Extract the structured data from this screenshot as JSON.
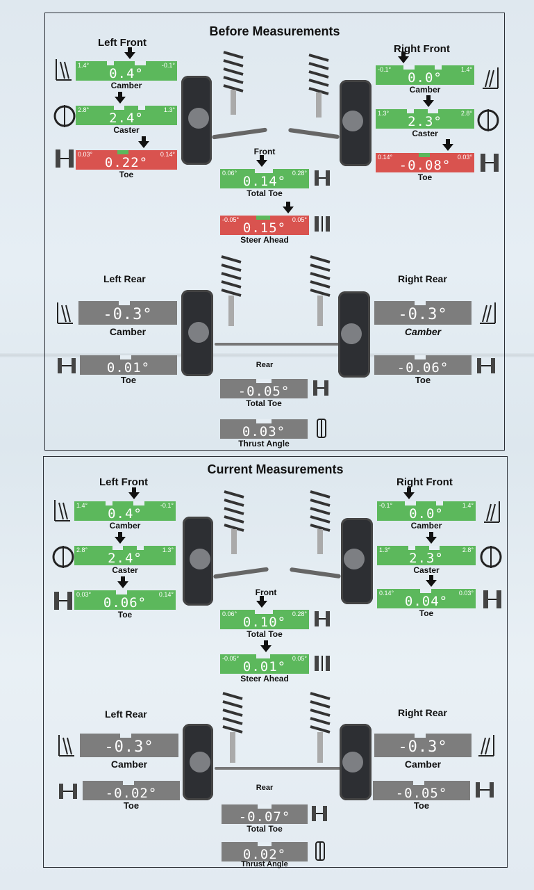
{
  "colors": {
    "green": "#5cb85c",
    "red": "#d9534f",
    "gray": "#7d7d7d"
  },
  "before": {
    "title": "Before Measurements",
    "left_front": "Left Front",
    "right_front": "Right Front",
    "left_rear": "Left Rear",
    "right_rear": "Right Rear",
    "front": "Front",
    "rear": "Rear",
    "lf_camber": {
      "min": "1.4°",
      "max": "-0.1°",
      "value": "0.4°",
      "label": "Camber"
    },
    "lf_caster": {
      "min": "2.8°",
      "max": "1.3°",
      "value": "2.4°",
      "label": "Caster"
    },
    "lf_toe": {
      "min": "0.03°",
      "max": "0.14°",
      "value": "0.22°",
      "label": "Toe"
    },
    "rf_camber": {
      "min": "-0.1°",
      "max": "1.4°",
      "value": "0.0°",
      "label": "Camber"
    },
    "rf_caster": {
      "min": "1.3°",
      "max": "2.8°",
      "value": "2.3°",
      "label": "Caster"
    },
    "rf_toe": {
      "min": "0.14°",
      "max": "0.03°",
      "value": "-0.08°",
      "label": "Toe"
    },
    "total_toe": {
      "min": "0.06°",
      "max": "0.28°",
      "value": "0.14°",
      "label": "Total Toe"
    },
    "steer_ahead": {
      "min": "-0.05°",
      "max": "0.05°",
      "value": "0.15°",
      "label": "Steer Ahead"
    },
    "lr_camber": {
      "value": "-0.3°",
      "label": "Camber"
    },
    "lr_toe": {
      "value": "0.01°",
      "label": "Toe"
    },
    "rr_camber": {
      "value": "-0.3°",
      "label": "Camber"
    },
    "rr_toe": {
      "value": "-0.06°",
      "label": "Toe"
    },
    "rear_total_toe": {
      "value": "-0.05°",
      "label": "Total Toe"
    },
    "thrust": {
      "value": "0.03°",
      "label": "Thrust Angle"
    }
  },
  "current": {
    "title": "Current Measurements",
    "left_front": "Left Front",
    "right_front": "Right Front",
    "left_rear": "Left Rear",
    "right_rear": "Right Rear",
    "front": "Front",
    "rear": "Rear",
    "lf_camber": {
      "min": "1.4°",
      "max": "-0.1°",
      "value": "0.4°",
      "label": "Camber"
    },
    "lf_caster": {
      "min": "2.8°",
      "max": "1.3°",
      "value": "2.4°",
      "label": "Caster"
    },
    "lf_toe": {
      "min": "0.03°",
      "max": "0.14°",
      "value": "0.06°",
      "label": "Toe"
    },
    "rf_camber": {
      "min": "-0.1°",
      "max": "1.4°",
      "value": "0.0°",
      "label": "Camber"
    },
    "rf_caster": {
      "min": "1.3°",
      "max": "2.8°",
      "value": "2.3°",
      "label": "Caster"
    },
    "rf_toe": {
      "min": "0.14°",
      "max": "0.03°",
      "value": "0.04°",
      "label": "Toe"
    },
    "total_toe": {
      "min": "0.06°",
      "max": "0.28°",
      "value": "0.10°",
      "label": "Total Toe"
    },
    "steer_ahead": {
      "min": "-0.05°",
      "max": "0.05°",
      "value": "0.01°",
      "label": "Steer Ahead"
    },
    "lr_camber": {
      "value": "-0.3°",
      "label": "Camber"
    },
    "lr_toe": {
      "value": "-0.02°",
      "label": "Toe"
    },
    "rr_camber": {
      "value": "-0.3°",
      "label": "Camber"
    },
    "rr_toe": {
      "value": "-0.05°",
      "label": "Toe"
    },
    "rear_total_toe": {
      "value": "-0.07°",
      "label": "Total Toe"
    },
    "thrust": {
      "value": "0.02°",
      "label": "Thrust Angle"
    }
  }
}
